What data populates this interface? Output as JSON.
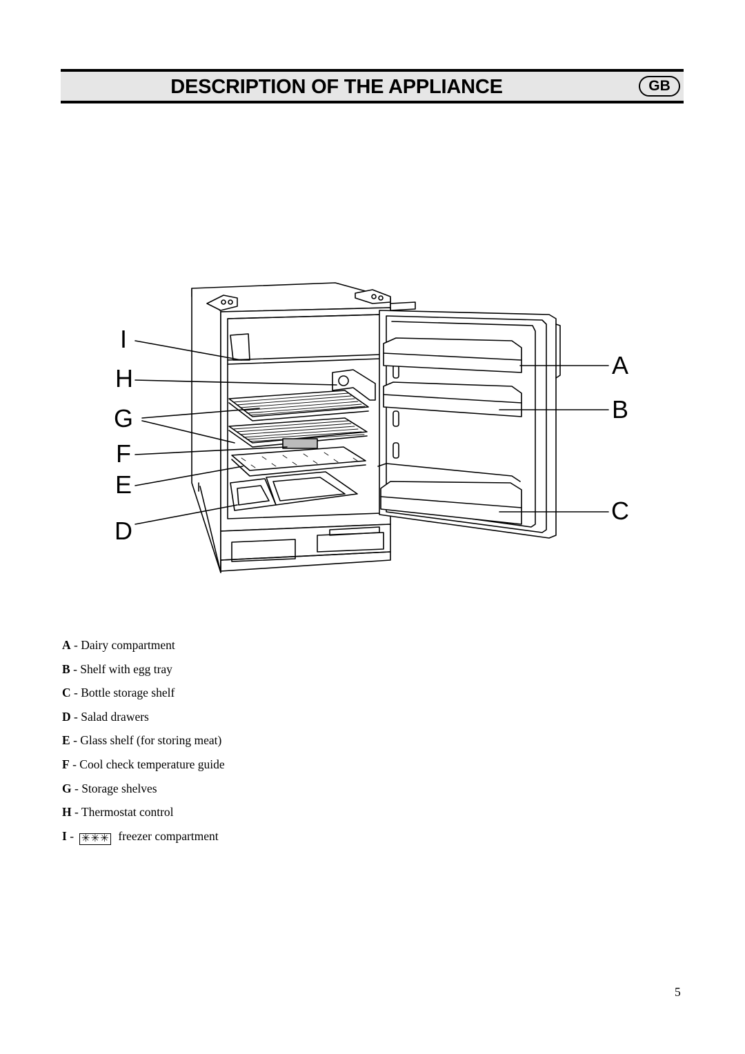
{
  "header": {
    "title": "DESCRIPTION OF THE APPLIANCE",
    "badge": "GB"
  },
  "figure": {
    "labels_left": [
      "I",
      "H",
      "G",
      "F",
      "E",
      "D"
    ],
    "labels_right": [
      "A",
      "B",
      "C"
    ]
  },
  "legend": [
    {
      "letter": "A",
      "text": " - Dairy compartment"
    },
    {
      "letter": "B",
      "text": " - Shelf with egg tray"
    },
    {
      "letter": "C",
      "text": " - Bottle storage shelf"
    },
    {
      "letter": "D",
      "text": " - Salad drawers"
    },
    {
      "letter": "E",
      "text": " - Glass shelf (for storing meat)"
    },
    {
      "letter": "F",
      "text": " - Cool check temperature guide"
    },
    {
      "letter": "G",
      "text": " - Storage shelves"
    },
    {
      "letter": "H",
      "text": " - Thermostat control"
    },
    {
      "letter": "I",
      "text": " - ",
      "symbol": "✳✳✳",
      "suffix": "freezer compartment"
    }
  ],
  "page_number": "5"
}
